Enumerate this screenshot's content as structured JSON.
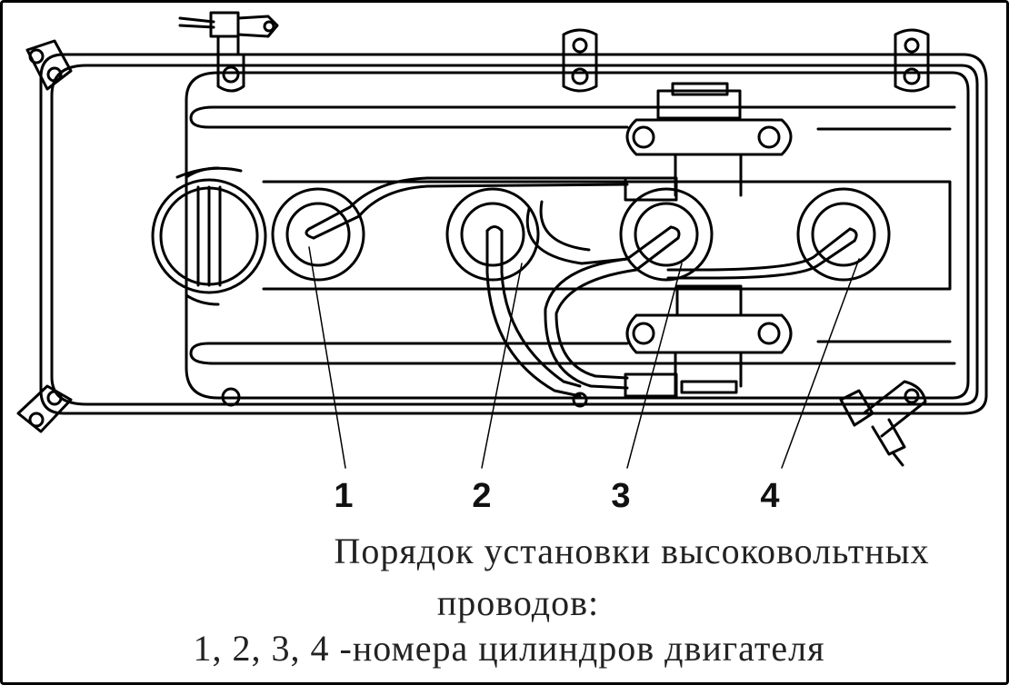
{
  "diagram": {
    "cylinder_labels": [
      "1",
      "2",
      "3",
      "4"
    ],
    "caption": {
      "line1": "Порядок установки высоковольтных",
      "line2": "проводов:",
      "line3": "1, 2, 3, 4 -номера цилиндров двигателя"
    },
    "colors": {
      "stroke": "#000000",
      "background": "#ffffff"
    }
  }
}
